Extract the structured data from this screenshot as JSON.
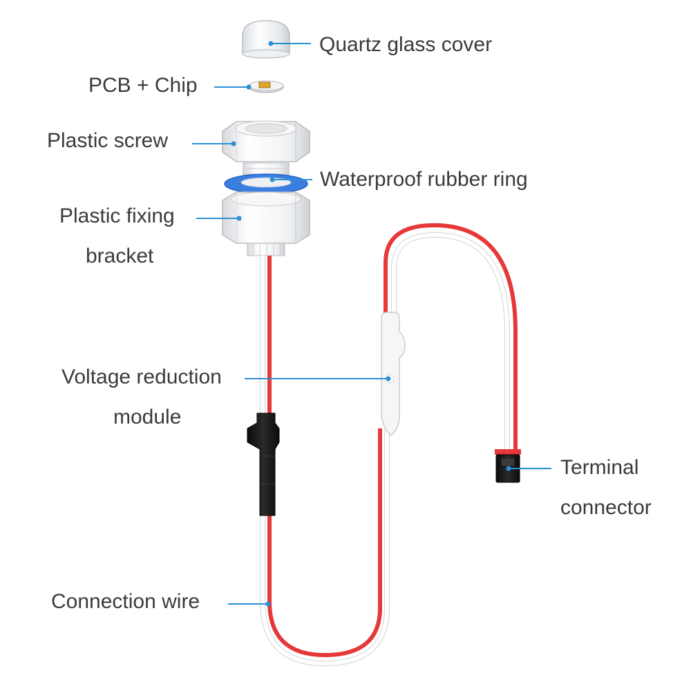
{
  "labels": {
    "quartz": "Quartz glass cover",
    "pcb": "PCB + Chip",
    "screw": "Plastic screw",
    "rubber": "Waterproof rubber ring",
    "bracket_1": "Plastic fixing",
    "bracket_2": "bracket",
    "voltage_1": "Voltage reduction",
    "voltage_2": "module",
    "terminal_1": "Terminal",
    "terminal_2": "connector",
    "wire": "Connection wire"
  },
  "colors": {
    "leader": "#2b8fd6",
    "wire_red": "#e63838",
    "wire_white": "#ffffff",
    "rubber_ring": "#3a7fe0",
    "connector": "#1a1a1a",
    "chip": "#e0a32a",
    "text": "#3a3a3a"
  }
}
